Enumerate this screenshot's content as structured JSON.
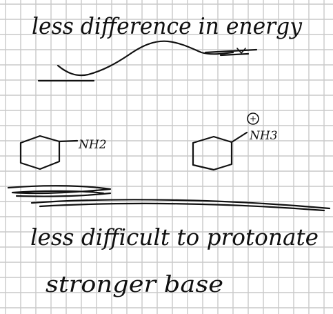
{
  "colors": {
    "background": "#ffffff",
    "grid": "#c9c9c9",
    "ink": "#111111"
  },
  "notes": {
    "line1": "less difference in energy",
    "line2": "less difficult to protonate",
    "line3": "stronger base"
  },
  "molecules": {
    "left_group": "NH2",
    "right_group": "NH3",
    "right_charge": "+"
  }
}
